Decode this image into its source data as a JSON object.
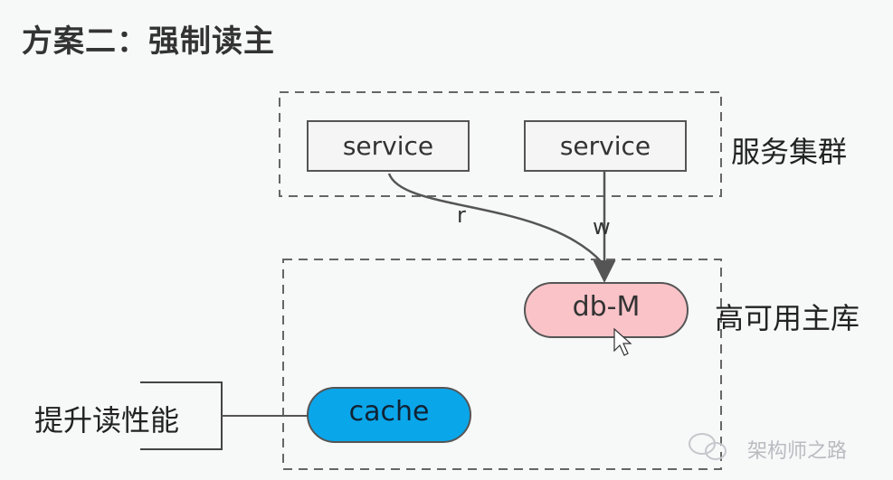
{
  "title": "方案二：强制读主",
  "groups": {
    "service_cluster": {
      "label": "服务集群"
    },
    "db_cluster": {
      "label": "高可用主库"
    }
  },
  "nodes": {
    "service_left": {
      "label": "service"
    },
    "service_right": {
      "label": "service"
    },
    "db_master": {
      "label": "db-M",
      "fill": "#f9c3c8"
    },
    "cache": {
      "label": "cache",
      "fill": "#0aa6ea"
    }
  },
  "edges": {
    "read": {
      "label": "r"
    },
    "write": {
      "label": "w"
    }
  },
  "annotation": {
    "label": "提升读性能"
  },
  "watermark": {
    "text": "架构师之路"
  }
}
